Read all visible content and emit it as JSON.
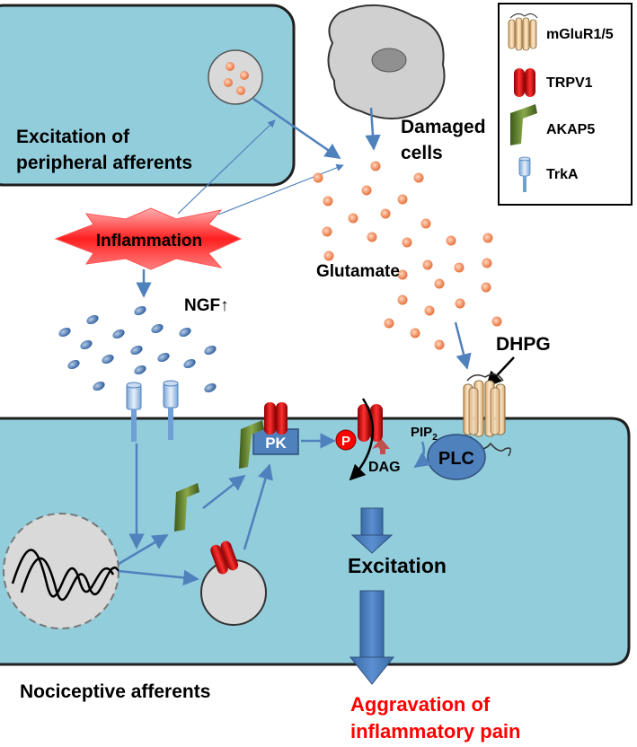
{
  "colors": {
    "cell_fill": "#92cddc",
    "cell_stroke": "#1f1f1f",
    "arrow": "#4f81bd",
    "glutamate": "#f4a582",
    "ngf": "#4f81bd",
    "inflammation": "#ff0000",
    "aggravation_text": "#ff0000",
    "pkc_box": "#4f81bd",
    "plc": "#4f81bd",
    "trpv1": "#e0202a",
    "akap5": "#5a7a2a",
    "dag_arrow": "#c0504d"
  },
  "labels": {
    "peripheral_line1": "Excitation of",
    "peripheral_line2": "peripheral afferents",
    "damaged_line1": "Damaged",
    "damaged_line2": "cells",
    "inflammation": "Inflammation",
    "ngf": "NGF↑",
    "glutamate": "Glutamate",
    "dhpg": "DHPG",
    "pk": "PK",
    "p": "P",
    "pip2_main": "PIP",
    "pip2_sub": "2",
    "dag": "DAG",
    "plc": "PLC",
    "excitation": "Excitation",
    "nociceptive": "Nociceptive afferents",
    "aggravation_line1": "Aggravation of",
    "aggravation_line2": "inflammatory pain"
  },
  "legend": {
    "items": [
      {
        "label": "mGluR1/5",
        "icon": "mglur-receptor-icon"
      },
      {
        "label": "TRPV1",
        "icon": "trpv1-channel-icon"
      },
      {
        "label": "AKAP5",
        "icon": "akap5-icon"
      },
      {
        "label": "TrkA",
        "icon": "trka-receptor-icon"
      }
    ]
  }
}
